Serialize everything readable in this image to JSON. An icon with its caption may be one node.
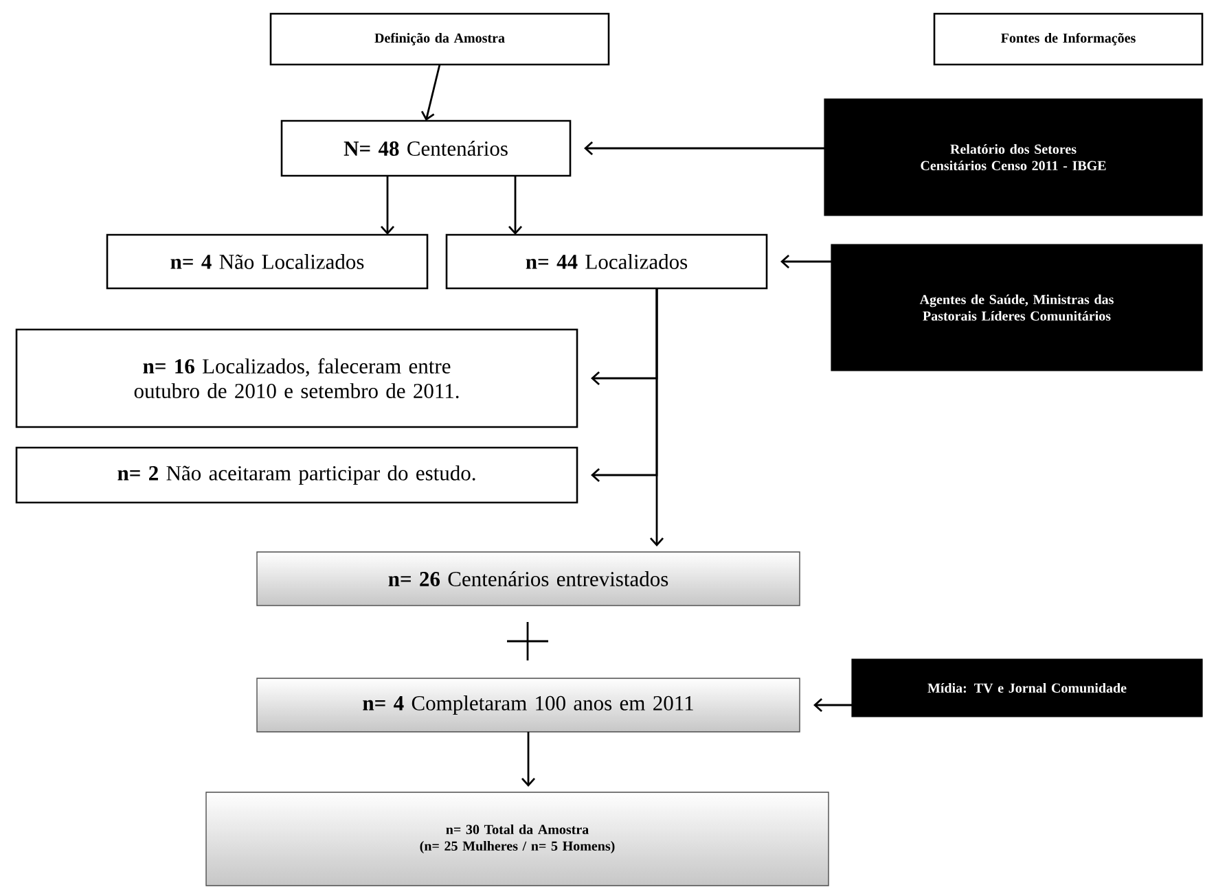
{
  "diagram": {
    "nodes": [
      {
        "text": [
          "Definição da Amostra"
        ]
      },
      {
        "text": [
          "Fontes de Informações"
        ]
      },
      {
        "text": [
          "**N= 48** Centenários"
        ]
      },
      {
        "text": [
          "Relatório dos Setores Censitários Censo 2011 - IBGE"
        ]
      },
      {
        "text": [
          "**n= 4** Não Localizados"
        ]
      },
      {
        "text": [
          "**n= 44** Localizados"
        ]
      },
      {
        "text": [
          "Agentes de Saúde, Ministras das Pastorais Líderes Comunitários"
        ]
      },
      {
        "text": [
          "**n= 16** Localizados, faleceram entre outubro de 2010 e setembro de 2011."
        ]
      },
      {
        "text": [
          "**n= 2** Não aceitaram participar do estudo."
        ]
      },
      {
        "text": [
          "**n= 26** Centenários entrevistados"
        ]
      },
      {
        "text": [
          "**n= 4** Completaram 100 anos em 2011"
        ]
      },
      {
        "text": [
          "Mídia: TV e Jornal Comunidade"
        ]
      },
      {
        "text": [
          "n= 30 Total da Amostra",
          "(n= 25 Mulheres / n= 5 Homens)"
        ]
      }
    ],
    "edges": [
      {
        "from": 0,
        "to": 2,
        "arrow": "to"
      },
      {
        "from": 2,
        "to": 4,
        "arrow": "to"
      },
      {
        "from": 2,
        "to": 5,
        "arrow": "to"
      },
      {
        "from": 3,
        "to": 2,
        "arrow": "to"
      },
      {
        "from": 6,
        "to": 5,
        "arrow": "to"
      },
      {
        "from": 5,
        "to": 7,
        "arrow": "to"
      },
      {
        "from": 5,
        "to": 8,
        "arrow": "to"
      },
      {
        "from": 5,
        "to": 9,
        "arrow": "to"
      },
      {
        "from": 11,
        "to": 10,
        "arrow": "to"
      },
      {
        "from": 10,
        "to": 12,
        "arrow": "to"
      }
    ]
  }
}
